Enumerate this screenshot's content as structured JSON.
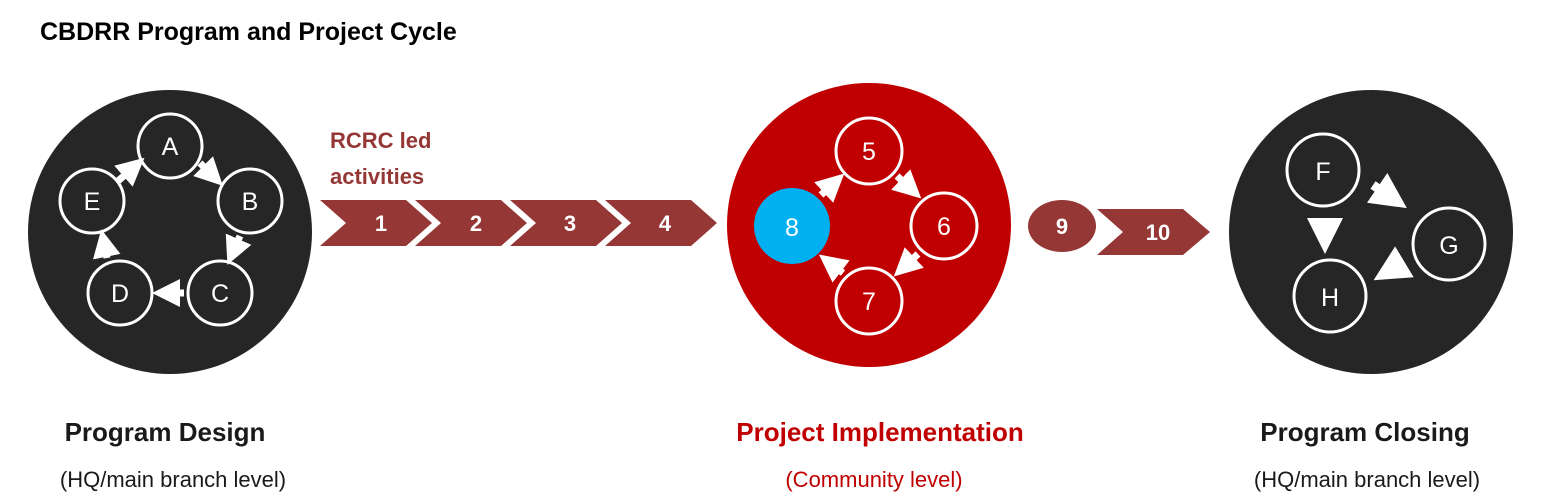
{
  "title": "CBDRR Program and Project Cycle",
  "colors": {
    "dark": "#262626",
    "red": "#c00000",
    "maroon": "#953735",
    "blue": "#00b0f0",
    "white": "#ffffff",
    "text_dark": "#1a1a1a",
    "text_red": "#c00000"
  },
  "phases": {
    "design": {
      "title": "Program Design",
      "subtitle": "(HQ/main branch level)",
      "nodes": [
        "A",
        "B",
        "C",
        "D",
        "E"
      ]
    },
    "implementation": {
      "title": "Project Implementation",
      "subtitle": "(Community level)",
      "nodes": [
        "5",
        "6",
        "7",
        "8"
      ]
    },
    "closing": {
      "title": "Program Closing",
      "subtitle": "(HQ/main branch level)",
      "nodes": [
        "F",
        "G",
        "H"
      ]
    }
  },
  "rcrc": {
    "label_line1": "RCRC led",
    "label_line2": "activities",
    "steps": [
      "1",
      "2",
      "3",
      "4"
    ]
  },
  "transition": {
    "step_oval": "9",
    "step_chevron": "10"
  }
}
